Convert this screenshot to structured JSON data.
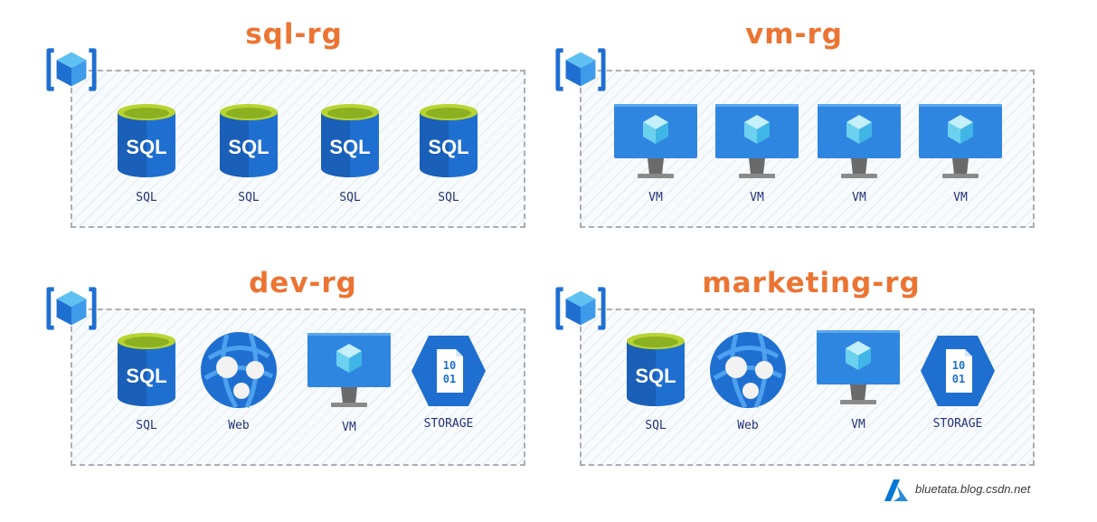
{
  "groups": [
    {
      "title": "sql-rg",
      "resources": [
        "SQL",
        "SQL",
        "SQL",
        "SQL"
      ]
    },
    {
      "title": "vm-rg",
      "resources": [
        "VM",
        "VM",
        "VM",
        "VM"
      ]
    },
    {
      "title": "dev-rg",
      "resources": [
        "SQL",
        "Web",
        "VM",
        "STORAGE"
      ]
    },
    {
      "title": "marketing-rg",
      "resources": [
        "SQL",
        "Web",
        "VM",
        "STORAGE"
      ]
    }
  ],
  "icons": {
    "SQL": "sql-database-icon",
    "VM": "virtual-machine-icon",
    "Web": "web-app-icon",
    "STORAGE": "storage-icon",
    "group": "resource-group-icon"
  },
  "sql_icon_text": "SQL",
  "storage_icon_text": [
    "10",
    "01"
  ],
  "footer": {
    "text": "bluetata.blog.csdn.net",
    "logo": "azure-logo-icon"
  },
  "colors": {
    "title": "#ec7433",
    "label": "#24337a",
    "sql_top": "#b8d432",
    "azure_blue": "#0078d4"
  }
}
